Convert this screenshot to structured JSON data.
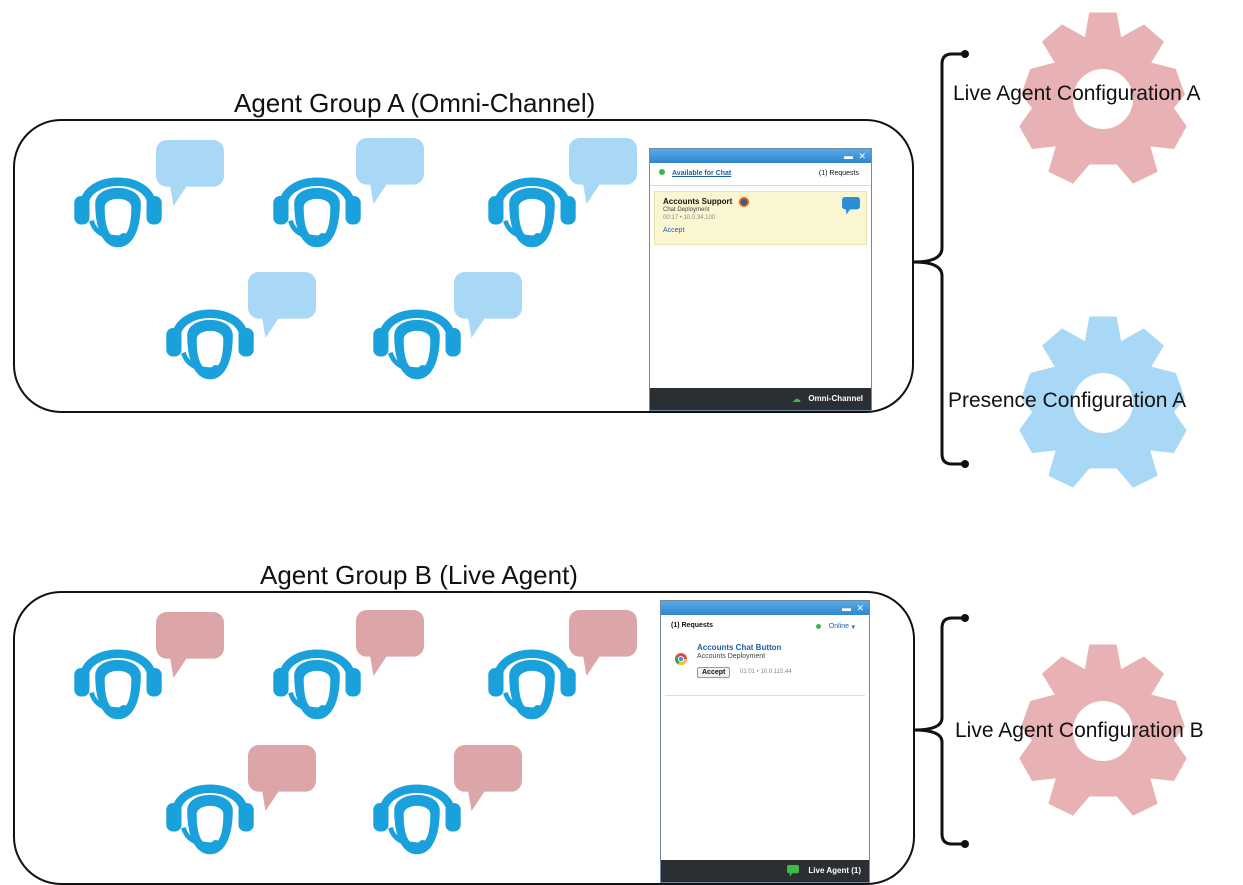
{
  "group_a": {
    "title": "Agent Group A (Omni-Channel)",
    "widget": {
      "status_label": "Available for Chat",
      "requests": "(1) Requests",
      "item_title": "Accounts Support",
      "item_subtitle": "Chat Deployment",
      "item_meta": "00:17 • 10.0.34.100",
      "accept": "Accept",
      "footer": "Omni-Channel"
    }
  },
  "group_b": {
    "title": "Agent Group B (Live Agent)",
    "widget": {
      "requests": "(1) Requests",
      "status_label": "Online",
      "item_title": "Accounts Chat Button",
      "item_subtitle": "Accounts Deployment",
      "accept": "Accept",
      "item_meta": "01:01 • 10.0.115.44",
      "footer": "Live Agent (1)"
    }
  },
  "configs": {
    "live_agent_a": "Live Agent Configuration A",
    "presence_a": "Presence Configuration A",
    "live_agent_b": "Live Agent Configuration B"
  },
  "colors": {
    "agent": "#1aa1dc",
    "bubble_blue": "#a9d8f7",
    "bubble_pink": "#dca5a8",
    "gear_pink": "#e8b2b4",
    "gear_blue": "#a9d8f7",
    "status_green": "#3db94a"
  },
  "icons": {
    "agent": "agent-headset-icon",
    "bubble": "speech-bubble-icon",
    "gear": "gear-icon",
    "brace": "curly-brace-icon"
  }
}
